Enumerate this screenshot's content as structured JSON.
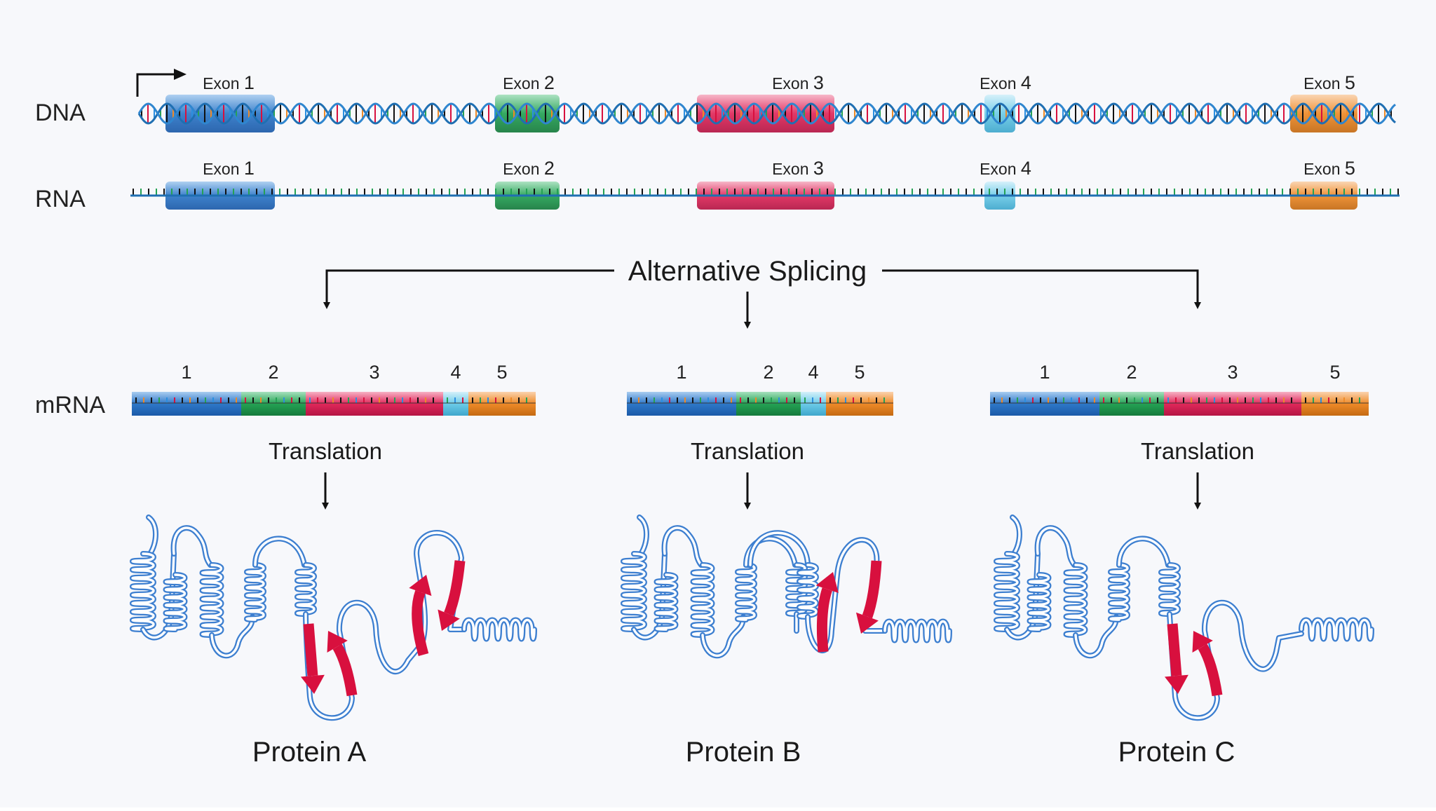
{
  "row_labels": {
    "dna": "DNA",
    "rna": "RNA",
    "mrna": "mRNA"
  },
  "exon_labels": [
    {
      "word": "Exon",
      "num": "1"
    },
    {
      "word": "Exon",
      "num": "2"
    },
    {
      "word": "Exon",
      "num": "3"
    },
    {
      "word": "Exon",
      "num": "4"
    },
    {
      "word": "Exon",
      "num": "5"
    }
  ],
  "exon_colors": [
    "#2e78c8",
    "#24a254",
    "#e0285a",
    "#6ccbe8",
    "#ee8a28"
  ],
  "colors": {
    "strand": "#1f6fb2",
    "protein": "#3d7fd0",
    "beta_strand": "#d8103e",
    "arrow": "#111111"
  },
  "splicing_label": "Alternative Splicing",
  "translation_label": "Translation",
  "variants": [
    {
      "exons": [
        "1",
        "2",
        "3",
        "4",
        "5"
      ],
      "protein_label": "Protein A"
    },
    {
      "exons": [
        "1",
        "2",
        "4",
        "5"
      ],
      "protein_label": "Protein B"
    },
    {
      "exons": [
        "1",
        "2",
        "3",
        "5"
      ],
      "protein_label": "Protein C"
    }
  ]
}
